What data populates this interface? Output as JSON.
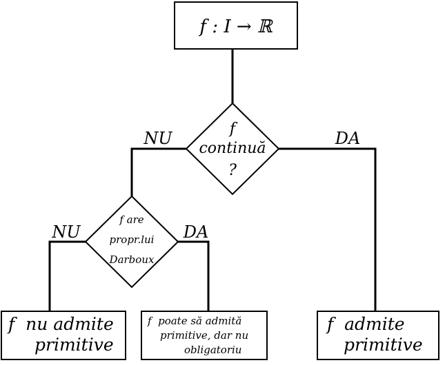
{
  "start": {
    "text": "f : I → ℝ"
  },
  "decision1": {
    "line1": "f",
    "line2": "continuă",
    "line3": "?"
  },
  "decision2": {
    "line1": "f are",
    "line2": "propr.lui",
    "line3": "Darboux"
  },
  "labels": {
    "no1": "NU",
    "yes1": "DA",
    "no2": "NU",
    "yes2": "DA"
  },
  "results": {
    "left": {
      "line1": "f  nu admite",
      "line2": "primitive"
    },
    "middle": {
      "line1": "f  poate să admită",
      "line2": "primitive, dar nu",
      "line3": "obligatoriu"
    },
    "right": {
      "line1": "f  admite",
      "line2": "primitive"
    }
  }
}
